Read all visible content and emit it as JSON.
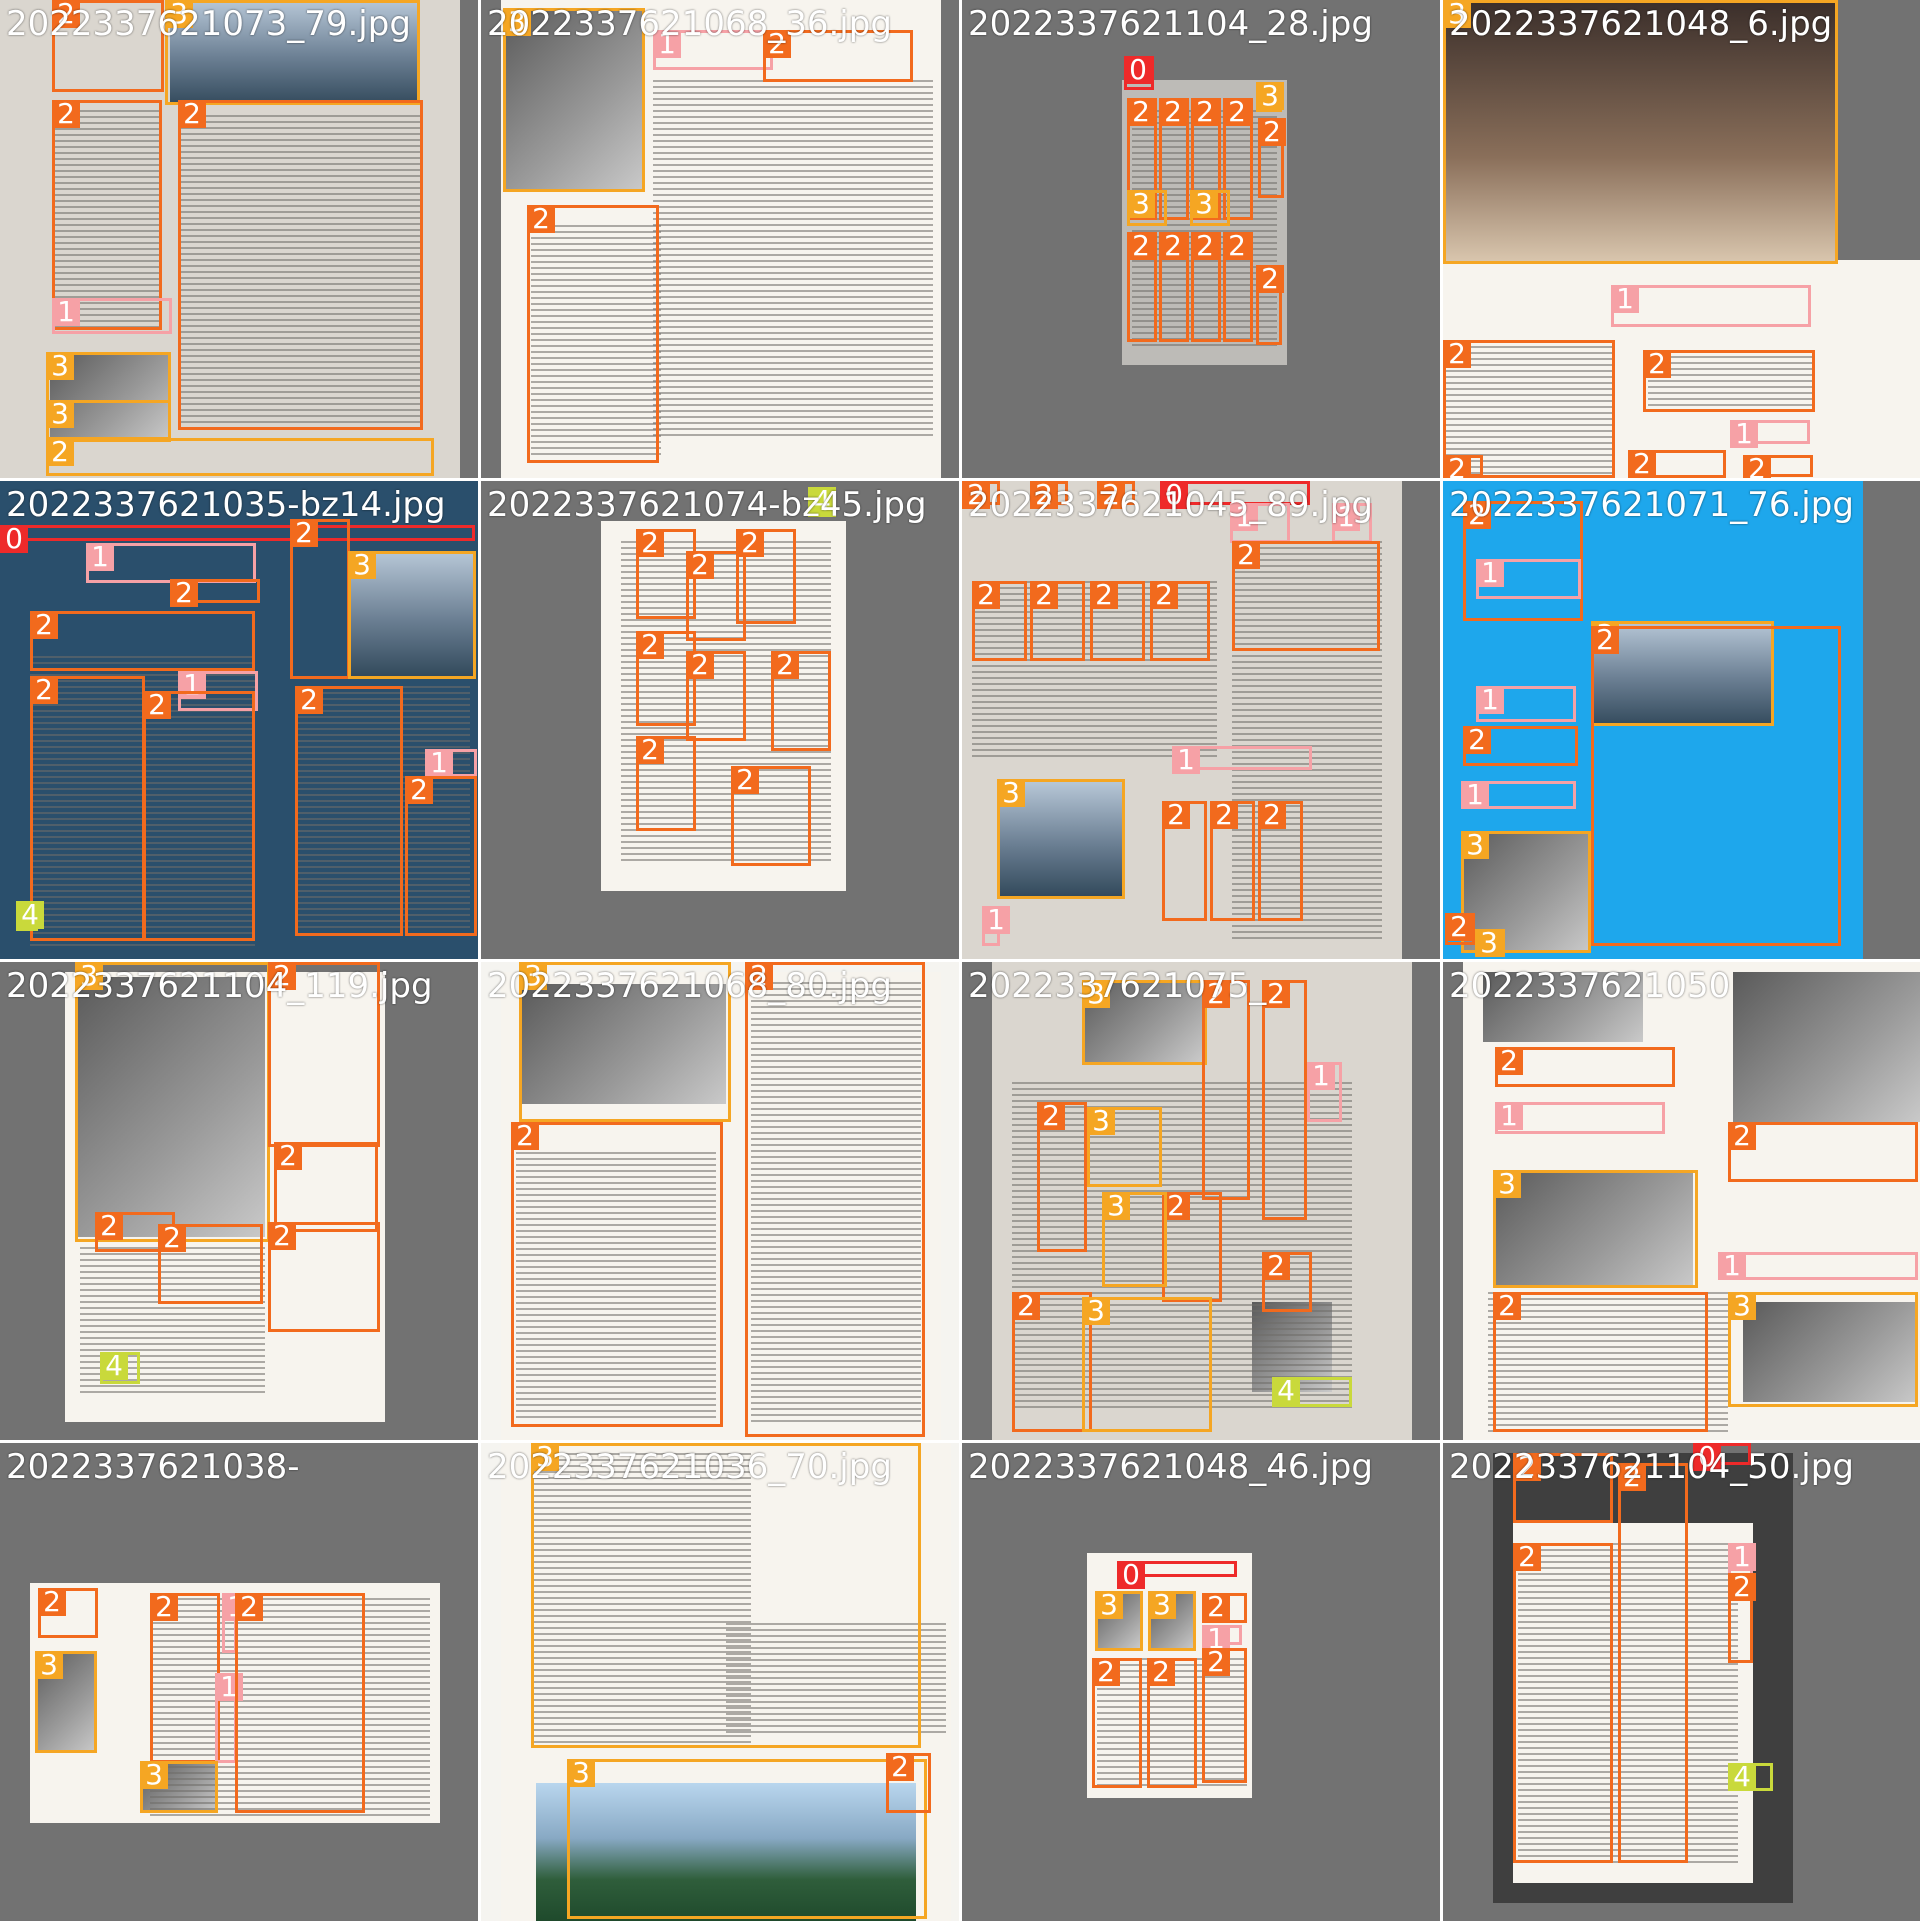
{
  "colors": {
    "class_0": "#ee2a2a",
    "class_1": "#f6a1a6",
    "class_2": "#f26a1d",
    "class_3": "#f5a623",
    "class_4": "#c9d93b"
  },
  "tiles": [
    {
      "caption": "2022337621073_79.jpg",
      "labels": [
        "2",
        "3",
        "2",
        "1",
        "2",
        "3",
        "3",
        "2"
      ]
    },
    {
      "caption": "2022337621068_36.jpg",
      "labels": [
        "3",
        "1",
        "2",
        "2"
      ]
    },
    {
      "caption": "2022337621104_28.jpg",
      "labels": [
        "0",
        "2",
        "2",
        "2",
        "2",
        "3",
        "2",
        "3",
        "3",
        "2",
        "2",
        "2",
        "2",
        "2"
      ]
    },
    {
      "caption": "2022337621048_6.jpg",
      "labels": [
        "3",
        "1",
        "2",
        "2",
        "1",
        "2",
        "2",
        "2"
      ]
    },
    {
      "caption": "2022337621035-bz14.jpg",
      "labels": [
        "0",
        "1",
        "2",
        "2",
        "3",
        "2",
        "2",
        "1",
        "2",
        "2",
        "1",
        "2",
        "4"
      ]
    },
    {
      "caption": "2022337621074-bz45.jpg",
      "labels": [
        "2",
        "2",
        "2",
        "2",
        "2",
        "2",
        "2",
        "2",
        "4"
      ]
    },
    {
      "caption": "2022337621045_89.jpg",
      "labels": [
        "2",
        "2",
        "2",
        "0",
        "1",
        "1",
        "2",
        "2",
        "2",
        "2",
        "2",
        "3",
        "1",
        "2",
        "2",
        "2",
        "1"
      ]
    },
    {
      "caption": "2022337621071_76.jpg",
      "labels": [
        "2",
        "1",
        "3",
        "2",
        "1",
        "2",
        "1",
        "3",
        "2",
        "3"
      ]
    },
    {
      "caption": "2022337621104_119.jpg",
      "labels": [
        "3",
        "2",
        "2",
        "2",
        "2",
        "2",
        "4"
      ]
    },
    {
      "caption": "2022337621068_80.jpg",
      "labels": [
        "3",
        "2",
        "2"
      ]
    },
    {
      "caption": "2022337621075_",
      "labels": [
        "3",
        "2",
        "2",
        "1",
        "2",
        "3",
        "2",
        "3",
        "2",
        "3",
        "2",
        "4"
      ]
    },
    {
      "caption": "2022337621050",
      "labels": [
        "2",
        "1",
        "3",
        "2",
        "2",
        "1",
        "3"
      ]
    },
    {
      "caption": "2022337621038-",
      "labels": [
        "2",
        "3",
        "2",
        "1",
        "1",
        "3",
        "2"
      ]
    },
    {
      "caption": "2022337621036_70.jpg",
      "labels": [
        "3",
        "3",
        "2"
      ]
    },
    {
      "caption": "2022337621048_46.jpg",
      "labels": [
        "0",
        "3",
        "3",
        "2",
        "2",
        "2",
        "1",
        "2"
      ]
    },
    {
      "caption": "2022337621104_50.jpg",
      "labels": [
        "2",
        "2",
        "0",
        "2",
        "1",
        "2",
        "4"
      ]
    }
  ]
}
